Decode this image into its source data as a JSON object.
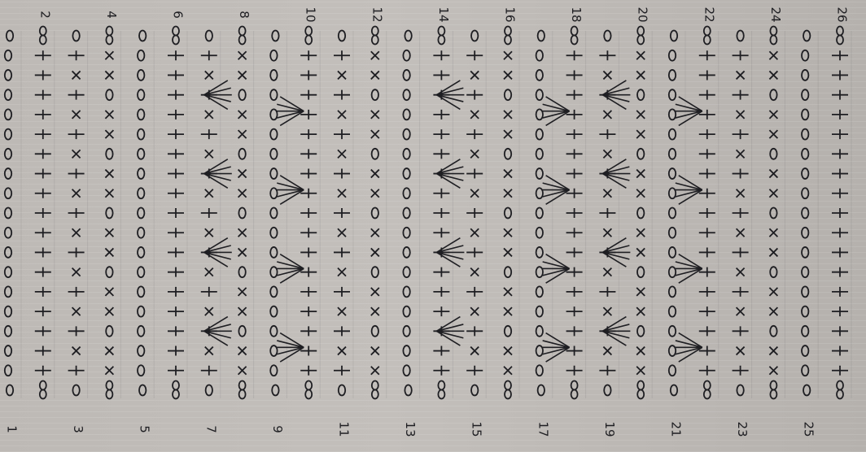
{
  "chart_data": {
    "type": "crochet-chart",
    "row_numbers": [
      "1",
      "2",
      "3",
      "4",
      "5",
      "6",
      "7",
      "8",
      "9",
      "10",
      "11",
      "12",
      "13",
      "14",
      "15",
      "16",
      "17",
      "18",
      "19",
      "20",
      "21",
      "22",
      "23",
      "24",
      "25",
      "26"
    ],
    "rows": 26,
    "ink_color": "#1e1e22",
    "symbols": {
      "chain": "0",
      "single_crochet": "×",
      "double_crochet": "┼",
      "fan": "V-fan",
      "turning_chain": "∞"
    }
  }
}
